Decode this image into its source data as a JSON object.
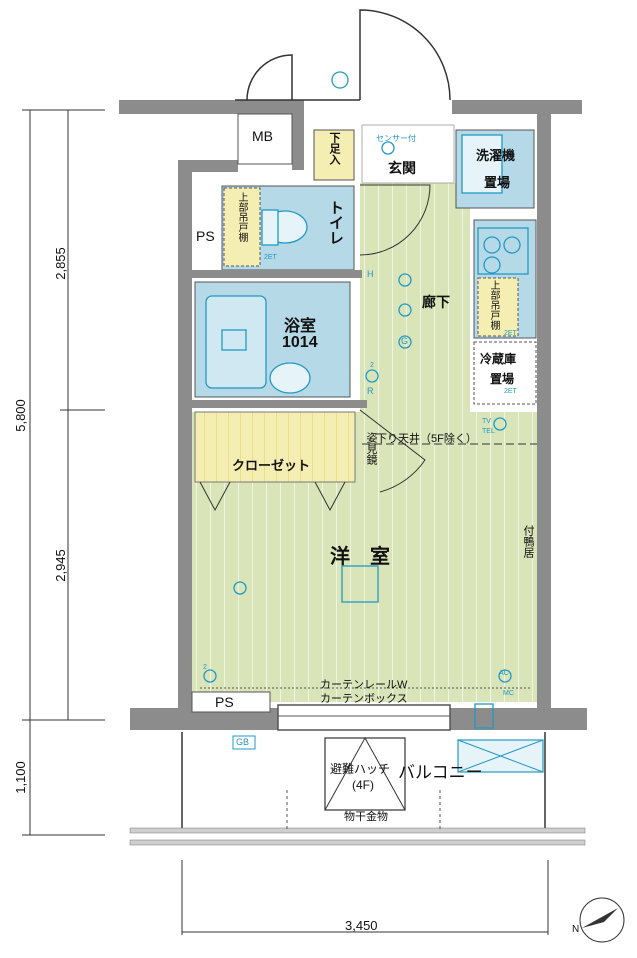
{
  "rooms": {
    "western_room": "洋　室",
    "hallway": "廊下",
    "entrance": "玄関",
    "toilet": "トイレ",
    "bathroom": "浴室",
    "bathroom_size": "1014",
    "closet": "クローゼット",
    "balcony": "バルコニー",
    "washer": "洗濯機",
    "washer_2": "置場",
    "fridge": "冷蔵庫",
    "fridge_2": "置場",
    "mb": "MB",
    "ps_top": "PS",
    "ps_bottom": "PS",
    "shoe_box": "下足入",
    "upper_cabinet_1": "上部吊戸棚",
    "upper_cabinet_2": "上部吊戸棚"
  },
  "notes": {
    "lowered_ceiling": "下り天井（5F除く）",
    "mirror": "姿見鏡",
    "attached_rail": "付鴨居",
    "curtain_rail": "カーテンレールW",
    "curtain_box": "カーテンボックス",
    "evac_hatch": "避難ハッチ",
    "evac_floor": "(4F)",
    "drying_rack": "物干金物",
    "gb": "GB",
    "sensor": "センサー付",
    "h": "H",
    "g": "G",
    "r": "R",
    "ac": "AC",
    "tv": "TV",
    "tel": "TEL",
    "mc": "MC",
    "et1": "2ET",
    "et2": "2ET",
    "et3": "2ET",
    "c2a": "2",
    "c2b": "2"
  },
  "dimensions": {
    "total_depth": "5,800",
    "upper_depth": "2,855",
    "lower_depth": "2,945",
    "balcony_depth": "1,100",
    "width": "3,450"
  },
  "compass": {
    "north": "N"
  },
  "colors": {
    "wall": "#8c8c8c",
    "western_floor": "#d9e4b8",
    "hall_floor": "#d9e4b8",
    "wet_area": "#b5d9e6",
    "closet": "#f5eeb2",
    "fixture_line": "#2299c4"
  }
}
